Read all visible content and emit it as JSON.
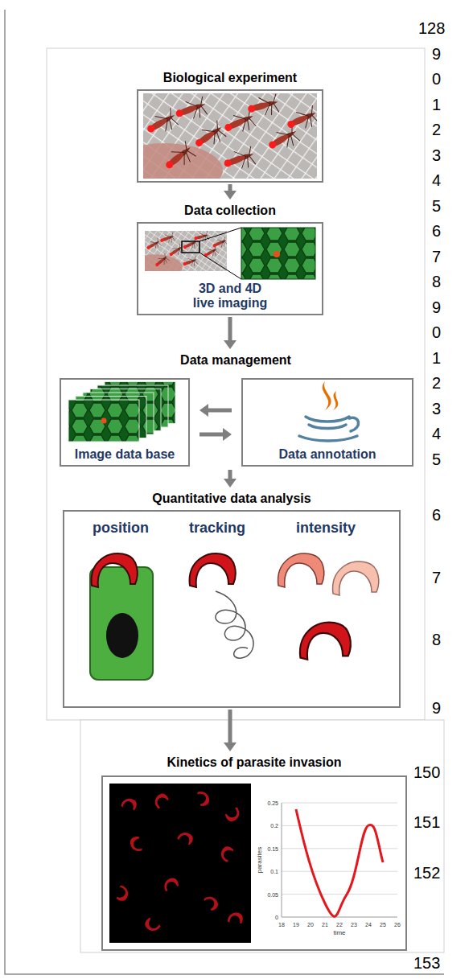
{
  "diagram": {
    "nodes": [
      {
        "text": [
          "Biological experiment"
        ]
      },
      {
        "text": [
          "Data collection",
          "3D and 4D live imaging"
        ]
      },
      {
        "text": [
          "Data management"
        ]
      },
      {
        "text": [
          "Image data base"
        ],
        "in": 2
      },
      {
        "text": [
          "Data annotation"
        ],
        "in": 2
      },
      {
        "text": [
          "Quantitative data analysis",
          "position",
          "tracking",
          "intensity"
        ]
      },
      {
        "text": [
          "Kinetics of parasite invasion"
        ]
      }
    ],
    "edges": [
      {
        "from": 0,
        "to": 1,
        "arrow": "to"
      },
      {
        "from": 1,
        "to": 2,
        "arrow": "to"
      },
      {
        "from": 4,
        "to": 3,
        "arrow": "to"
      },
      {
        "from": 3,
        "to": 4,
        "arrow": "to"
      },
      {
        "from": 2,
        "to": 5,
        "arrow": "to"
      },
      {
        "from": 5,
        "to": 6,
        "arrow": "to"
      }
    ],
    "labels": [
      "128",
      "9",
      "0",
      "1",
      "2",
      "3",
      "4",
      "5",
      "6",
      "7",
      "8",
      "9",
      "0",
      "1",
      "2",
      "3",
      "4",
      "5",
      "6",
      "7",
      "8",
      "9",
      "150",
      "151",
      "152",
      "153",
      "0.25",
      "0.2",
      "0.15",
      "0.1",
      "0.05",
      "0",
      "18",
      "19",
      "20",
      "21",
      "22",
      "23",
      "24",
      "25",
      "26",
      "parasites",
      "time"
    ]
  }
}
